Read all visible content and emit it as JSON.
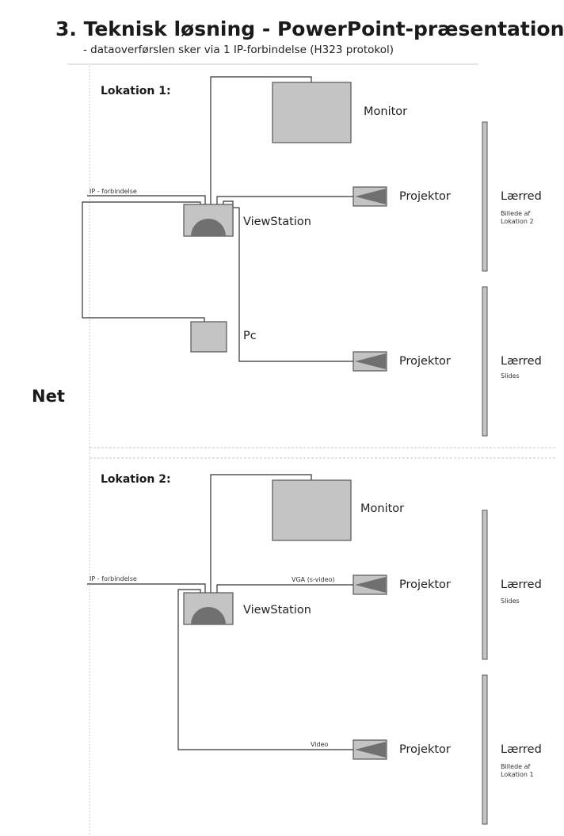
{
  "header": {
    "title": "3. Teknisk løsning - PowerPoint-præsentation",
    "subtitle": "- dataoverførslen sker via 1 IP-forbindelse (H323 protokol)"
  },
  "net_label": "Net",
  "location1": {
    "title": "Lokation 1:",
    "monitor": "Monitor",
    "viewstation": "ViewStation",
    "pc": "Pc",
    "ip_connection": "IP - forbindelse",
    "projector_top": "Projektor",
    "projector_bottom": "Projektor",
    "screen_top": {
      "label": "Lærred",
      "note_line1": "Billede af",
      "note_line2": "Lokation 2"
    },
    "screen_bottom": {
      "label": "Lærred",
      "note": "Slides"
    }
  },
  "location2": {
    "title": "Lokation 2:",
    "monitor": "Monitor",
    "viewstation": "ViewStation",
    "ip_connection": "IP - forbindelse",
    "vga_cable": "VGA (s-video)",
    "video_cable": "Video",
    "projector_top": "Projektor",
    "projector_bottom": "Projektor",
    "screen_top": {
      "label": "Lærred",
      "note": "Slides"
    },
    "screen_bottom": {
      "label": "Lærred",
      "note_line1": "Billede af",
      "note_line2": "Lokation 1"
    }
  },
  "colors": {
    "device_fill": "#c4c4c4",
    "device_stroke": "#555555",
    "dark_shape": "#707070",
    "wire": "#333333",
    "divider": "#c8c8c8"
  }
}
